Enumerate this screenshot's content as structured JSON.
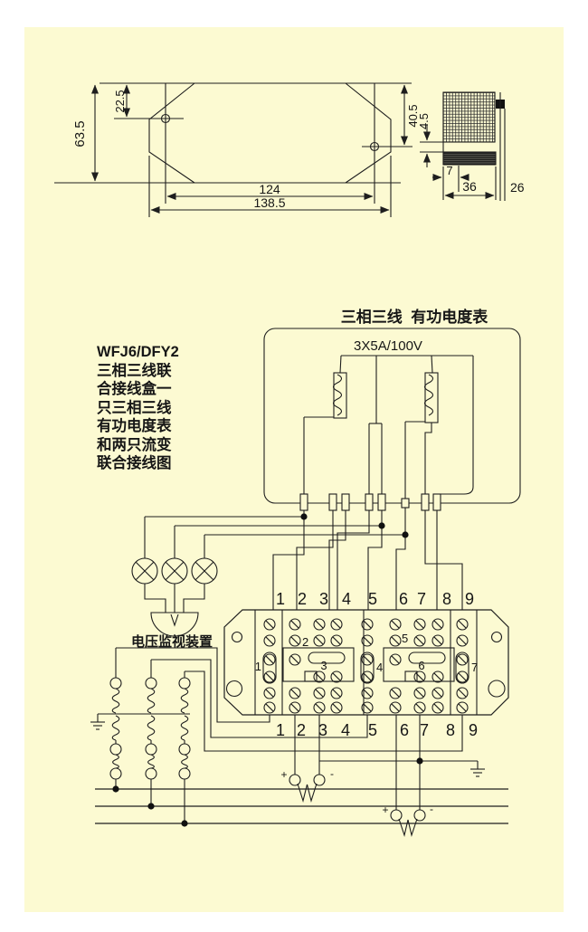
{
  "page": {
    "paper_color": "#fcfad2",
    "line_color": "#1e1e1e"
  },
  "mech": {
    "dim_height": "63.5",
    "dim_hole_left": "22.5",
    "dim_hole_right": "40.5",
    "dim_holes_span": "124",
    "dim_total_width": "138.5",
    "dim_gap": "4.5",
    "dim_lug": "7",
    "dim_side_width": "36",
    "dim_depth": "26"
  },
  "wiring": {
    "title": "三相三线  有功电度表",
    "rating": "3X5A/100V",
    "desc_lines": [
      "WFJ6/DFY2",
      "三相三线联",
      "合接线盒一",
      "只三相三线",
      "有功电度表",
      "和两只流变",
      "联合接线图"
    ],
    "monitor_label": "电压监视装置",
    "top_nums": [
      "1",
      "2",
      "3",
      "4",
      "5",
      "6",
      "7",
      "8",
      "9"
    ],
    "bot_nums": [
      "1",
      "2",
      "3",
      "4",
      "5",
      "6",
      "7",
      "8",
      "9"
    ],
    "links": [
      "1",
      "2",
      "3",
      "4",
      "5",
      "6",
      "7"
    ],
    "plus": "+",
    "minus": "-"
  }
}
